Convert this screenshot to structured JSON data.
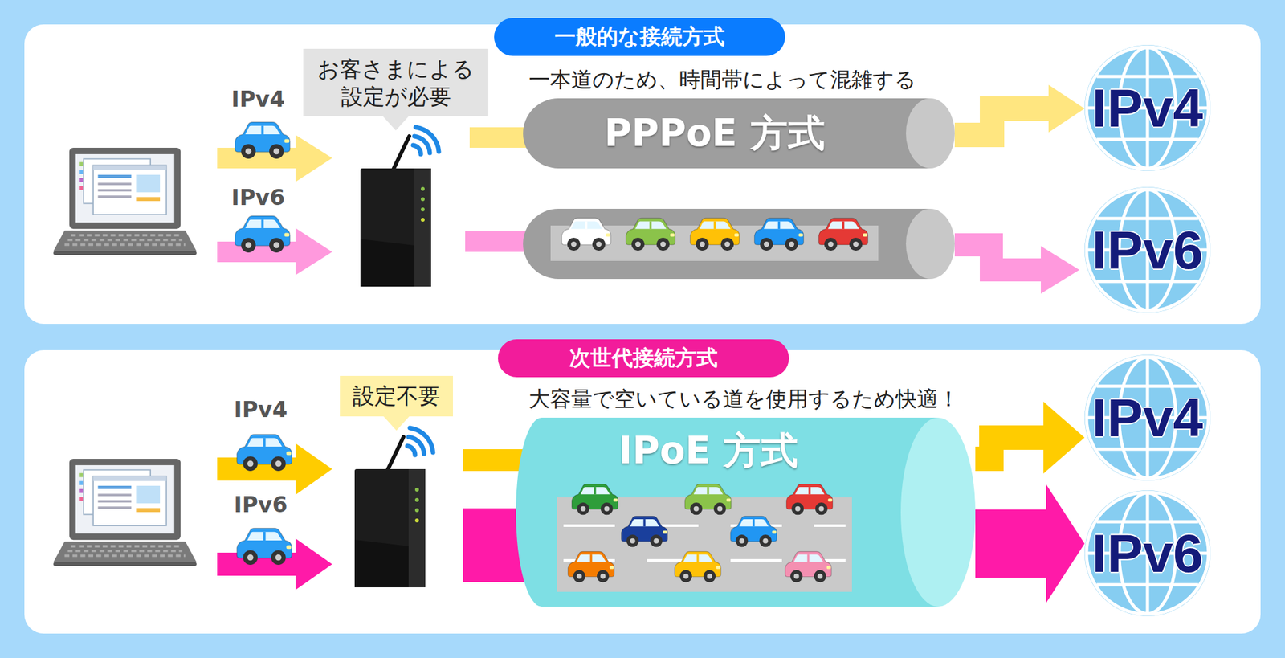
{
  "diagram": {
    "nodes": [
      {
        "text": [
          "一般的な接続方式"
        ]
      },
      {
        "text": [
          "お客さまによる 設定が必要"
        ]
      },
      {
        "text": [
          "PPPoE 方式"
        ]
      },
      {
        "text": [
          "IPv4"
        ]
      },
      {
        "text": [
          "IPv6"
        ]
      },
      {
        "text": [
          "次世代接続方式"
        ]
      },
      {
        "text": [
          "設定不要"
        ]
      },
      {
        "text": [
          "IPoE 方式"
        ]
      },
      {
        "text": [
          "IPv4"
        ]
      },
      {
        "text": [
          "IPv6"
        ]
      }
    ],
    "edges": [
      {
        "from": 2,
        "to": 3,
        "arrow": "to"
      },
      {
        "from": 7,
        "to": 8,
        "arrow": "to"
      },
      {
        "from": 7,
        "to": 9,
        "arrow": "to"
      }
    ],
    "labels": [
      "IPv4",
      "IPv6",
      "一本道のため、時間帯によって混雑する",
      "IPv4",
      "IPv6",
      "大容量で空いている道を使用するため快適！"
    ]
  }
}
